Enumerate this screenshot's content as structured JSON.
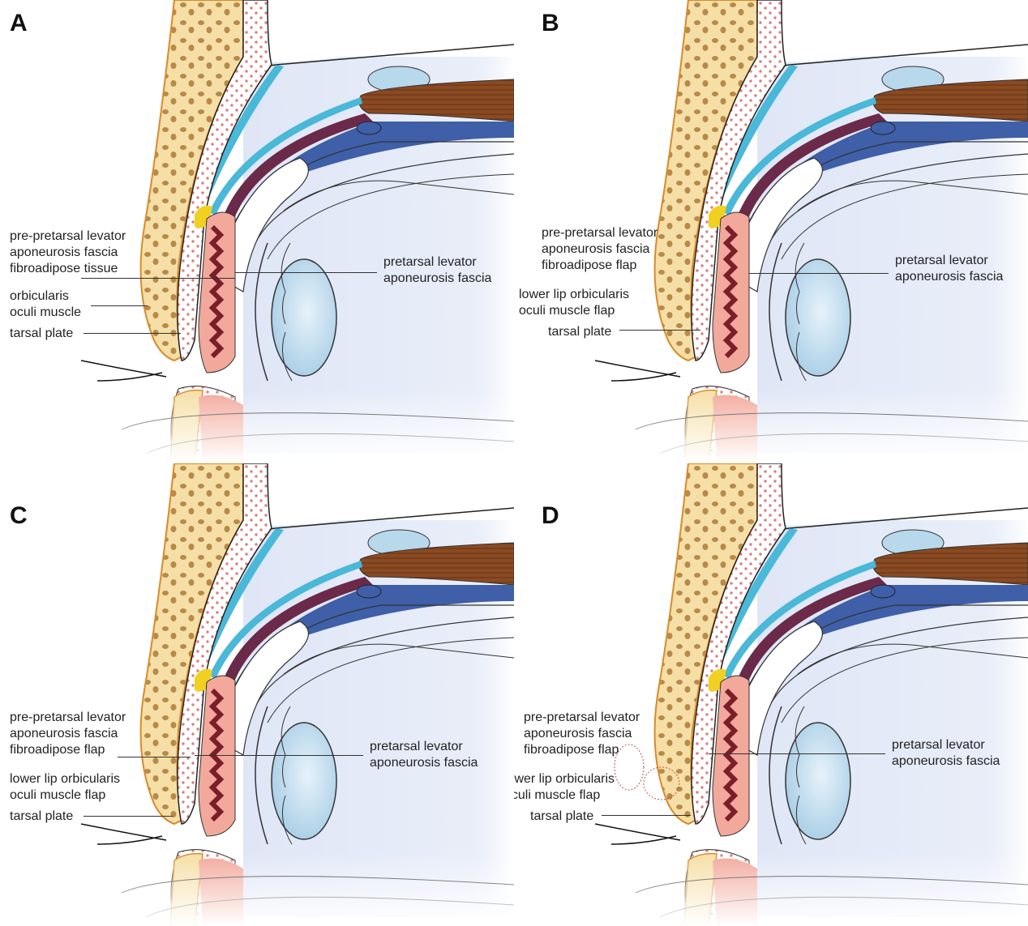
{
  "panels": [
    {
      "letter": "A",
      "labels": {
        "fibroadipose": "pre-pretarsal levator\naponeurosis fascia\nfibroadipose tissue",
        "orbicularis": "orbicularis\noculi muscle",
        "tarsal": "tarsal plate",
        "pretarsal": "pretarsal levator\naponeurosis fascia"
      }
    },
    {
      "letter": "B",
      "labels": {
        "fibroadipose": "pre-pretarsal levator\naponeurosis fascia\nfibroadipose flap",
        "orbicularis": "lower lip orbicularis\noculi muscle flap",
        "tarsal": "tarsal plate",
        "pretarsal": "pretarsal levator\naponeurosis fascia"
      }
    },
    {
      "letter": "C",
      "labels": {
        "fibroadipose": "pre-pretarsal levator\naponeurosis fascia\nfibroadipose flap",
        "orbicularis": "lower lip orbicularis\noculi muscle flap",
        "tarsal": "tarsal plate",
        "pretarsal": "pretarsal levator\naponeurosis fascia"
      }
    },
    {
      "letter": "D",
      "labels": {
        "fibroadipose": "pre-pretarsal levator\naponeurosis fascia\nfibroadipose flap",
        "orbicularis": "lower lip orbicularis\noculi muscle flap",
        "tarsal": "tarsal plate",
        "pretarsal": "pretarsal levator\naponeurosis fascia"
      }
    }
  ],
  "colors": {
    "skin": "#f6dfa6",
    "skin_outline": "#d98a2a",
    "bone_spot": "#b88a4a",
    "orbit_fill": "#dfe6f6",
    "septum": "#4ab8d8",
    "levator": "#3f5fa8",
    "muller": "#6b2a4a",
    "muscle_brown": "#8a4a22",
    "tarsus_pink": "#f2a89a",
    "tarsus_dark": "#7a1e2a",
    "globe": "#b8d8ec",
    "fat_yellow": "#f0d020",
    "dots": "#d98080"
  }
}
